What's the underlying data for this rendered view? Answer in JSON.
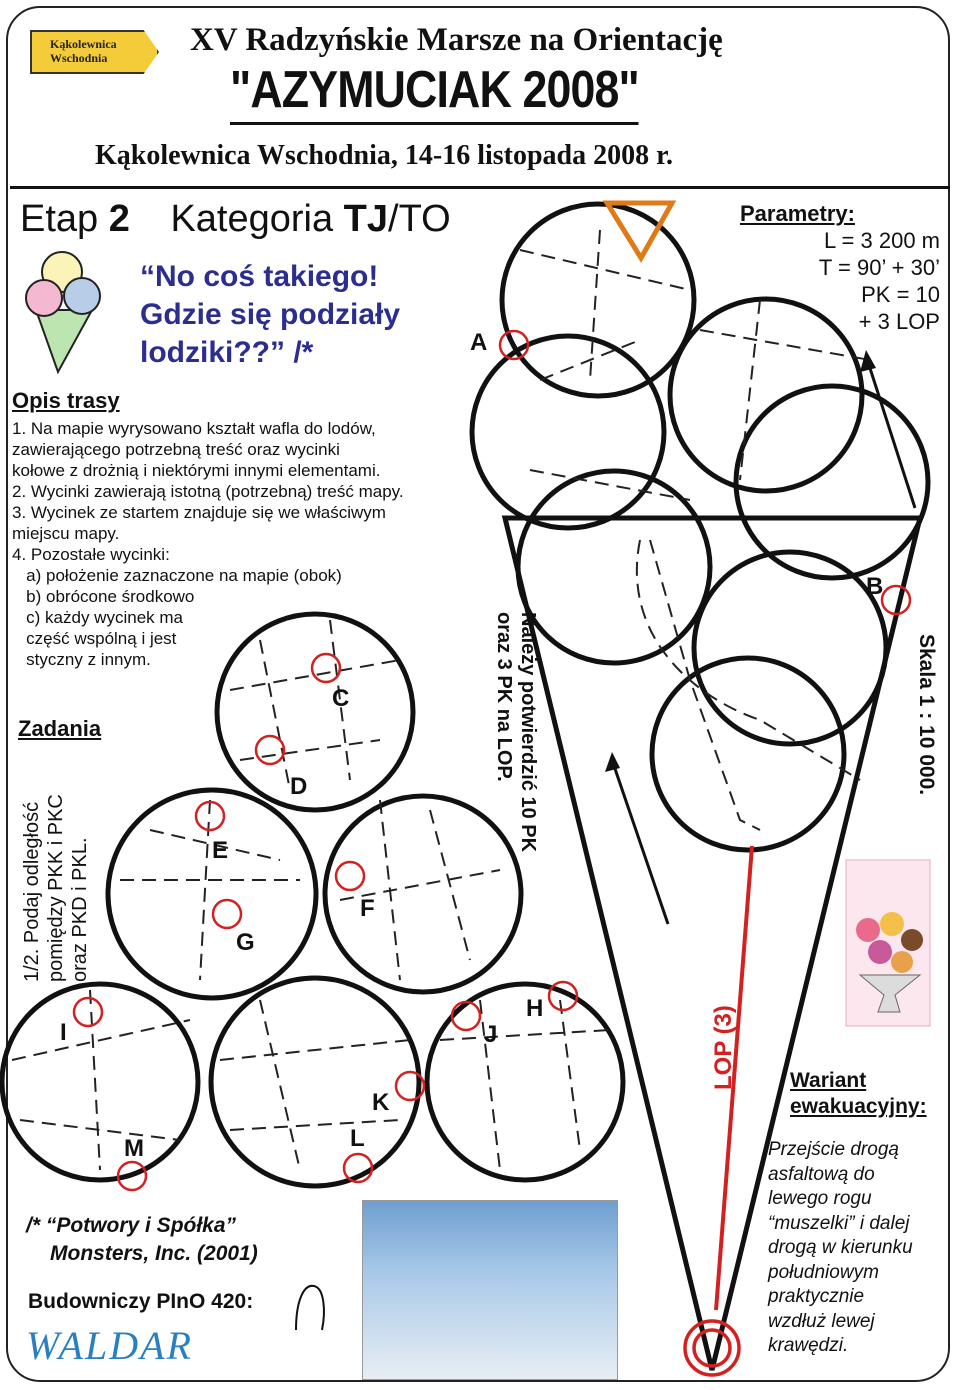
{
  "header": {
    "logo_text_line1": "Kąkolewnica",
    "logo_text_line2": "Wschodnia",
    "title_top": "XV Radzyńskie Marsze na Orientację",
    "title_main": "\"AZYMUCIAK 2008\"",
    "title_place": "Kąkolewnica Wschodnia, 14-16 listopada 2008 r."
  },
  "stage": {
    "stage_word": "Etap",
    "stage_number": "2",
    "category_word": "Kategoria",
    "category_bold": "TJ",
    "category_rest": "/TO"
  },
  "quote": {
    "line1": "“No coś takiego!",
    "line2": "Gdzie się podziały",
    "line3": "lodziki??” /*"
  },
  "parameters": {
    "heading": "Parametry:",
    "length": "L = 3 200 m",
    "time": "T = 90’ + 30’",
    "pk": "PK = 10",
    "lop": "+ 3 LOP"
  },
  "route": {
    "heading": "Opis trasy",
    "lines": [
      "1. Na mapie wyrysowano kształt wafla do lodów,",
      "zawierającego potrzebną treść oraz wycinki",
      "kołowe z drożnią i niektórymi innymi elementami.",
      "2. Wycinki zawierają istotną (potrzebną) treść mapy.",
      "3. Wycinek ze startem znajduje się we właściwym",
      "miejscu mapy.",
      "4. Pozostałe wycinki:",
      "   a) położenie zaznaczone na mapie (obok)",
      "   b) obrócone środkowo",
      "   c) każdy wycinek ma",
      "   część wspólną i jest",
      "   styczny z innym."
    ]
  },
  "tasks": {
    "heading": "Zadania",
    "line1": "1/2. Podaj odległość",
    "line2": "pomiędzy PKK i PKC",
    "line3": "oraz PKD i PKL."
  },
  "confirm": {
    "line1": "Należy potwierdzić 10 PK",
    "line2": "oraz 3 PK na LOP."
  },
  "scale": "Skala   1 : 10 000.",
  "lop_label": "LOP (3)",
  "control_labels": [
    "A",
    "B",
    "C",
    "D",
    "E",
    "F",
    "G",
    "H",
    "I",
    "J",
    "K",
    "L",
    "M"
  ],
  "evacuation": {
    "heading_line1": "Wariant",
    "heading_line2": "ewakuacyjny:",
    "lines": [
      "Przejście drogą",
      "asfaltową do",
      "lewego rogu",
      "“muszelki” i dalej",
      "drogą w kierunku",
      "południowym",
      "praktycznie",
      "wzdłuż lewej",
      "krawędzi."
    ]
  },
  "footnote": {
    "line1": "/* “Potwory i Spółka”",
    "line2": "Monsters, Inc. (2001)"
  },
  "builder": "Budowniczy PInO 420:",
  "signature": "WALDAR",
  "colors": {
    "control_mark": "#d32020",
    "quote_text": "#2b2d8f",
    "start_triangle": "#e07a18",
    "signature": "#2a7fc0"
  }
}
